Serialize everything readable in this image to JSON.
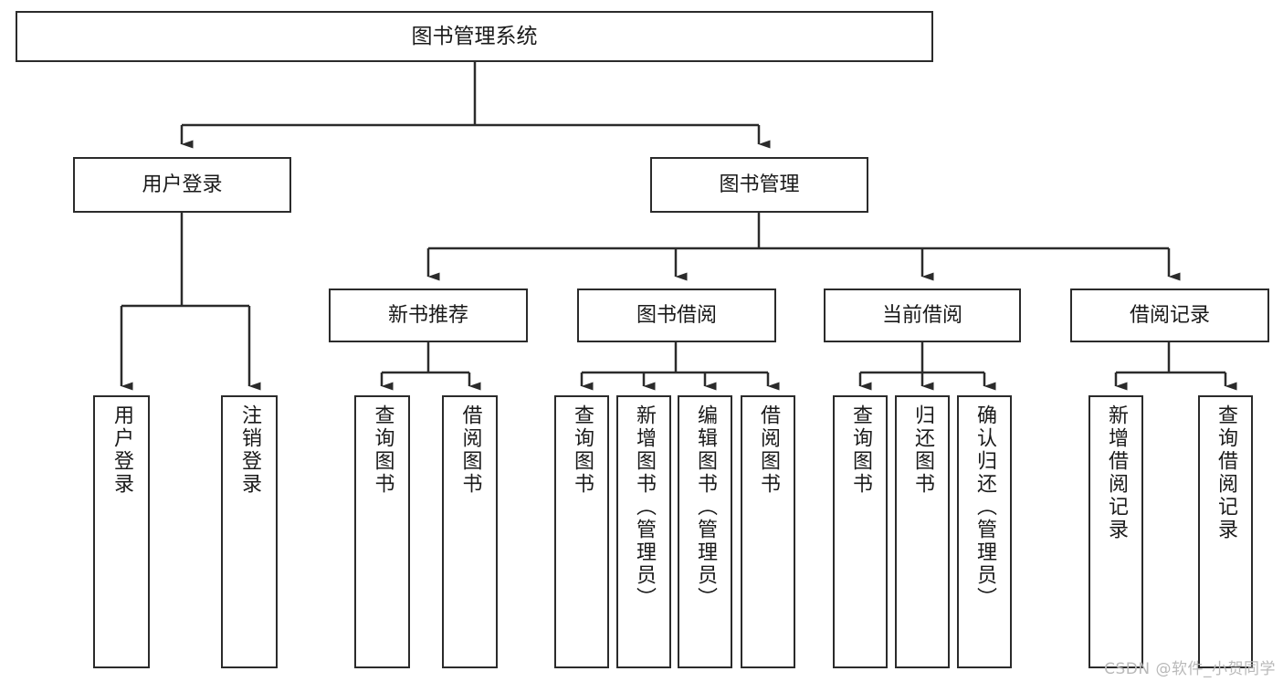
{
  "diagram": {
    "title": "图书管理系统",
    "type": "tree-hierarchy-chart",
    "watermark": "CSDN @软件_小贺同学",
    "colors": {
      "border": "#2b2b2b",
      "background": "#ffffff",
      "text": "#1a1a1a",
      "watermark": "#b9b9b9"
    },
    "nodes": {
      "root": {
        "label": "图书管理系统"
      },
      "level1": [
        {
          "label": "用户登录"
        },
        {
          "label": "图书管理"
        }
      ],
      "level2": [
        {
          "label": "新书推荐"
        },
        {
          "label": "图书借阅"
        },
        {
          "label": "当前借阅"
        },
        {
          "label": "借阅记录"
        }
      ],
      "leaves": {
        "user_login": [
          {
            "label": "用户登录"
          },
          {
            "label": "注销登录"
          }
        ],
        "new_book_recommend": [
          {
            "label": "查询图书"
          },
          {
            "label": "借阅图书"
          }
        ],
        "book_borrow": [
          {
            "label": "查询图书"
          },
          {
            "label": "新增图书（管理员）"
          },
          {
            "label": "编辑图书（管理员）"
          },
          {
            "label": "借阅图书"
          }
        ],
        "current_borrow": [
          {
            "label": "查询图书"
          },
          {
            "label": "归还图书"
          },
          {
            "label": "确认归还（管理员）"
          }
        ],
        "borrow_record": [
          {
            "label": "新增借阅记录"
          },
          {
            "label": "查询借阅记录"
          }
        ]
      }
    }
  }
}
